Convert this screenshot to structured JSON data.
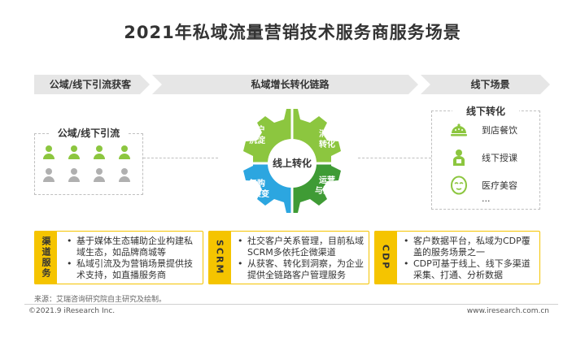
{
  "title": "2021年私域流量营销技术服务商服务场景",
  "stages": [
    "公域/线下引流获客",
    "私域增长转化链路",
    "线下场景"
  ],
  "left_box": {
    "title": "公域/线下引流"
  },
  "gear": {
    "center": "线上转化",
    "segments": [
      {
        "line1": "用户",
        "line2": "沉淀"
      },
      {
        "line1": "消费",
        "line2": "转化"
      },
      {
        "line1": "运营",
        "line2": "与洞察"
      },
      {
        "line1": "复购",
        "line2": "与裂变"
      }
    ]
  },
  "right_box": {
    "title": "线下转化",
    "items": [
      {
        "label": "到店餐饮",
        "icon": "food-tray-icon"
      },
      {
        "label": "线下授课",
        "icon": "teacher-icon"
      },
      {
        "label": "医疗美容",
        "icon": "face-mask-icon"
      }
    ],
    "ellipsis": "..."
  },
  "bottom": [
    {
      "tag": "渠道服务",
      "lines": [
        "基于媒体生态辅助企业构建私域生态，如品牌商城等",
        "私域引流及为营销场景提供技术支持，如直播服务商"
      ]
    },
    {
      "tag": "SCRM",
      "lines": [
        "社交客户关系管理，目前私域SCRM多依托企微渠道",
        "从获客、转化到洞察，为企业提供全链路客户管理服务"
      ]
    },
    {
      "tag": "CDP",
      "lines": [
        "客户数据平台，私域为CDP覆盖的服务场景之一",
        "CDP可基于线上、线下多渠道采集、打通、分析数据"
      ]
    }
  ],
  "source": "来源：艾瑞咨询研究院自主研究及绘制。",
  "copyright": "©2021.9 iResearch Inc.",
  "site": "www.iresearch.com.cn",
  "colors": {
    "accent": "#f5c400",
    "green": "#8cc63f",
    "dark_green": "#3f9b35",
    "blue": "#2ca6e0",
    "gray_person": "#b0b0b0"
  }
}
